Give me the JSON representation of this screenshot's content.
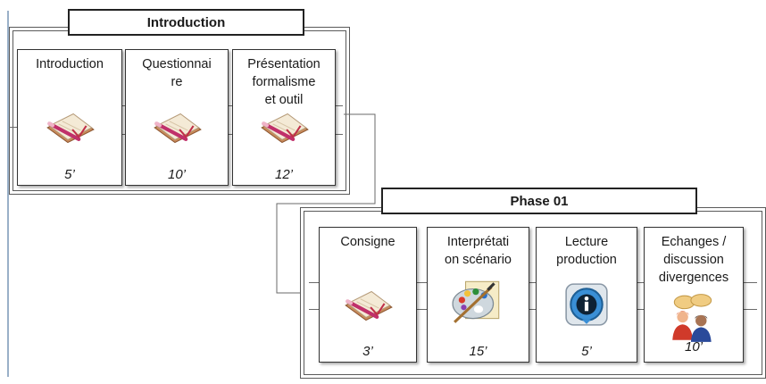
{
  "sections": [
    {
      "title": "Introduction",
      "cards": [
        {
          "label": "Introduction",
          "time": "5’",
          "icon": "notepad-pencil-icon"
        },
        {
          "label": "Questionnai\nre",
          "time": "10’",
          "icon": "notepad-pencil-icon"
        },
        {
          "label": "Présentation\nformalisme\net outil",
          "time": "12’",
          "icon": "notepad-pencil-icon"
        }
      ]
    },
    {
      "title": "Phase 01",
      "cards": [
        {
          "label": "Consigne",
          "time": "3’",
          "icon": "notepad-pencil-icon"
        },
        {
          "label": "Interprétati\non scénario",
          "time": "15’",
          "icon": "paint-palette-icon"
        },
        {
          "label": "Lecture\nproduction",
          "time": "5’",
          "icon": "info-icon"
        },
        {
          "label": "Echanges /\ndiscussion\ndivergences",
          "time": "10’",
          "icon": "people-discussion-icon"
        }
      ]
    }
  ]
}
